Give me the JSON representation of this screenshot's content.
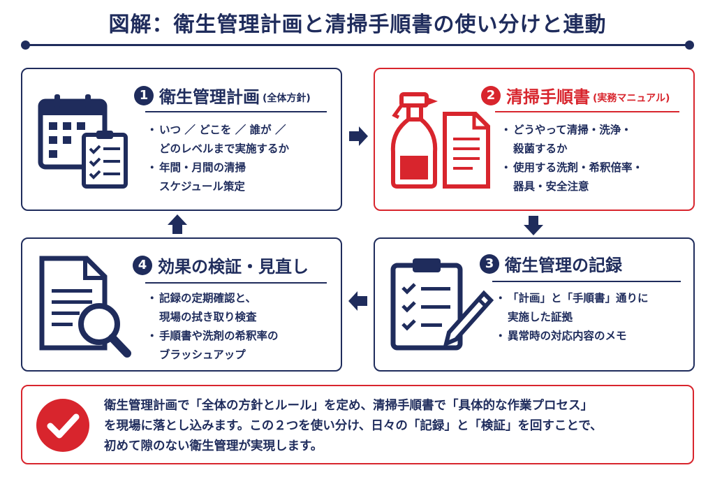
{
  "title": "図解：衛生管理計画と清掃手順書の使い分けと連動",
  "cards": [
    {
      "number": "1",
      "title": "衛生管理計画",
      "subtitle": "(全体方針)",
      "icon": "calendar-checklist-icon",
      "bullets": [
        [
          "いつ ／ どこを ／ 誰が ／",
          "どのレベルまで実施するか"
        ],
        [
          "年間・月間の清掃",
          "スケジュール策定"
        ]
      ]
    },
    {
      "number": "2",
      "title": "清掃手順書",
      "subtitle": "(実務マニュアル)",
      "icon": "spray-bottle-document-icon",
      "bullets": [
        [
          "どうやって清掃・洗浄・",
          "殺菌するか"
        ],
        [
          "使用する洗剤・希釈倍率・",
          "器具・安全注意"
        ]
      ]
    },
    {
      "number": "3",
      "title": "衛生管理の記録",
      "subtitle": "",
      "icon": "clipboard-pen-icon",
      "bullets": [
        [
          "「計画」と「手順書」通りに",
          "実施した証拠"
        ],
        [
          "異常時の対応内容のメモ"
        ]
      ]
    },
    {
      "number": "4",
      "title": "効果の検証・見直し",
      "subtitle": "",
      "icon": "document-magnifier-icon",
      "bullets": [
        [
          "記録の定期確認と、",
          "現場の拭き取り検査"
        ],
        [
          "手順書や洗剤の希釈率の",
          "ブラッシュアップ"
        ]
      ]
    }
  ],
  "summary": {
    "icon": "check-circle-icon",
    "lines": [
      "衛生管理計画で「全体の方針とルール」を定め、清掃手順書で「具体的な作業プロセス」",
      "を現場に落とし込みます。この２つを使い分け、日々の「記録」と「検証」を回すことで、",
      "初めて隙のない衛生管理が実現します。"
    ]
  },
  "colors": {
    "navy": "#1f2c5c",
    "red": "#d8252d"
  }
}
